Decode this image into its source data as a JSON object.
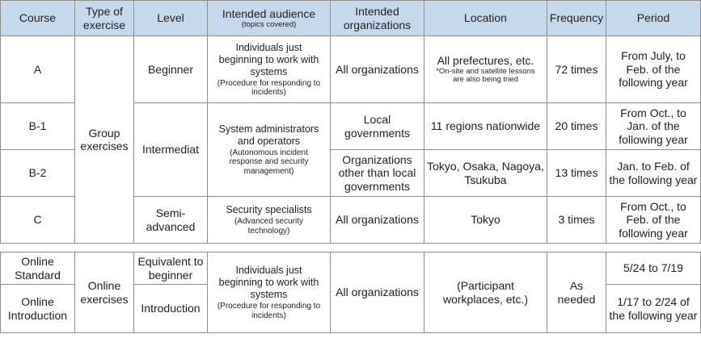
{
  "header": {
    "course": "Course",
    "type": "Type of exercise",
    "level": "Level",
    "audience": "Intended audience",
    "audience_note": "(topics covered)",
    "organizations": "Intended organizations",
    "location": "Location",
    "frequency": "Frequency",
    "period": "Period"
  },
  "group_exercises": {
    "type": "Group exercises",
    "rows": [
      {
        "course": "A",
        "level": "Beginner",
        "audience": "Individuals just beginning to work with systems",
        "audience_note": "(Procedure for responding to incidents)",
        "organizations": "All organizations",
        "location": "All prefectures, etc.",
        "location_note": "*On-site and satellite lessons are also being tried",
        "frequency": "72 times",
        "period": "From July, to Feb. of the following year"
      },
      {
        "course": "B-1",
        "level": "Intermediat",
        "audience": "System administrators and operators",
        "audience_note": "(Autonomous incident response and security management)",
        "organizations": "Local governments",
        "location": "11 regions nationwide",
        "frequency": "20 times",
        "period": "From Oct., to Jan. of the following year"
      },
      {
        "course": "B-2",
        "organizations": "Organizations other than local governments",
        "location": "Tokyo, Osaka, Nagoya, Tsukuba",
        "frequency": "13 times",
        "period": "Jan. to Feb. of the following year"
      },
      {
        "course": "C",
        "level": "Semi-advanced",
        "audience": "Security specialists",
        "audience_note": "(Advanced security technology)",
        "organizations": "All organizations",
        "location": "Tokyo",
        "frequency": "3 times",
        "period": "From Oct., to Feb. of the following year"
      }
    ]
  },
  "online_exercises": {
    "type": "Online exercises",
    "audience": "Individuals just beginning to work with systems",
    "audience_note": "(Procedure for responding to incidents)",
    "organizations": "All organizations",
    "location": "(Participant workplaces, etc.)",
    "frequency": "As needed",
    "rows": [
      {
        "course": "Online Standard",
        "level": "Equivalent to beginner",
        "period": "5/24 to 7/19"
      },
      {
        "course": "Online Introduction",
        "level": "Introduction",
        "period": "1/17 to 2/24 of the following year"
      }
    ]
  },
  "colors": {
    "header_background": "#c6d9ec",
    "border": "#8c8c8c",
    "text": "#1e1e1e"
  }
}
